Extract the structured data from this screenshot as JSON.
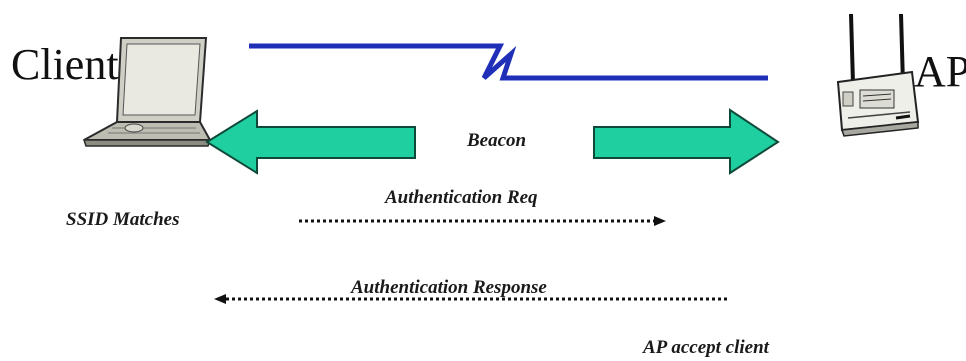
{
  "labels": {
    "client": "Client",
    "ap": "AP",
    "beacon": "Beacon",
    "ssid_matches": "SSID Matches",
    "auth_req": "Authentication Req",
    "auth_response": "Authentication Response",
    "ap_accept": "AP accept client"
  },
  "icons": {
    "client": "laptop-icon",
    "ap": "access-point-icon"
  },
  "colors": {
    "link_line": "#1f2fb8",
    "beacon_arrow_fill": "#1fcfa0",
    "beacon_arrow_stroke": "#0e4a3a",
    "dotted_arrow": "#111111"
  }
}
